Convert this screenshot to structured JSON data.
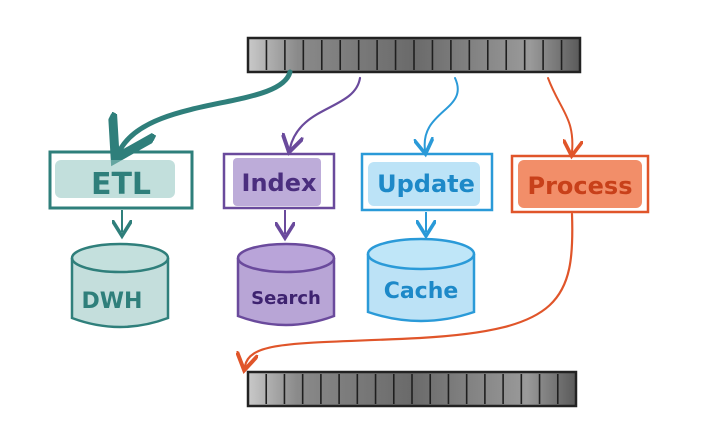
{
  "diagram": {
    "source_log": {
      "label": ""
    },
    "sink_log": {
      "label": ""
    },
    "consumers": [
      {
        "label": "ETL",
        "color": "#2f7f7b",
        "fill": "#8fc4c0"
      },
      {
        "label": "Index",
        "color": "#6a4a9c",
        "fill": "#9a7fc4"
      },
      {
        "label": "Update",
        "color": "#2a9ad8",
        "fill": "#8fd0f2"
      },
      {
        "label": "Process",
        "color": "#e0552a",
        "fill": "#f07a4f"
      }
    ],
    "stores": [
      {
        "label": "DWH",
        "color": "#2f7f7b",
        "fill": "#9cc8c4"
      },
      {
        "label": "Search",
        "color": "#6a4a9c",
        "fill": "#9a7fc4"
      },
      {
        "label": "Cache",
        "color": "#2a9ad8",
        "fill": "#9fd6f2"
      }
    ]
  }
}
